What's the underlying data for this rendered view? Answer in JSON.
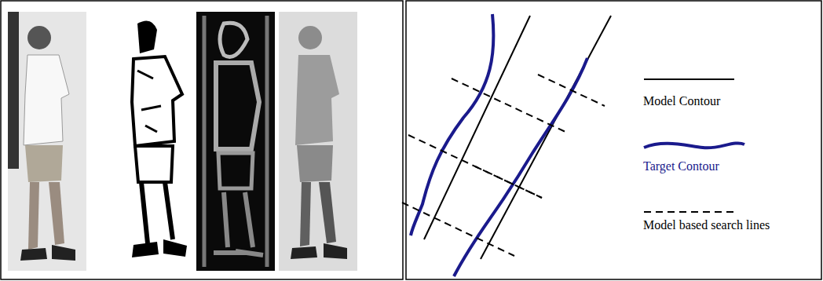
{
  "diagram": {
    "legend": [
      {
        "text": "Model Contour"
      },
      {
        "text": "Target Contour"
      },
      {
        "text": "Model based search lines"
      }
    ]
  }
}
